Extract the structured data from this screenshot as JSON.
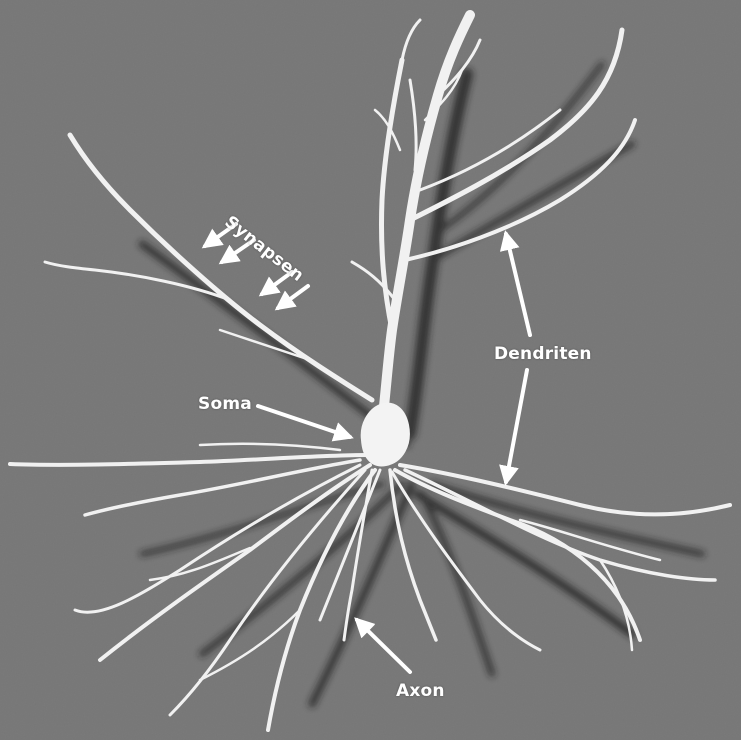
{
  "figure": {
    "subject": "neuron-micrograph",
    "colors": {
      "background": "#7b7b7b",
      "cell": "#f2f2f2",
      "shadow": "#1c1c1c",
      "label": "#ffffff"
    }
  },
  "labels": {
    "synapsen": "Synapsen",
    "dendriten": "Dendriten",
    "soma": "Soma",
    "axon": "Axon"
  }
}
